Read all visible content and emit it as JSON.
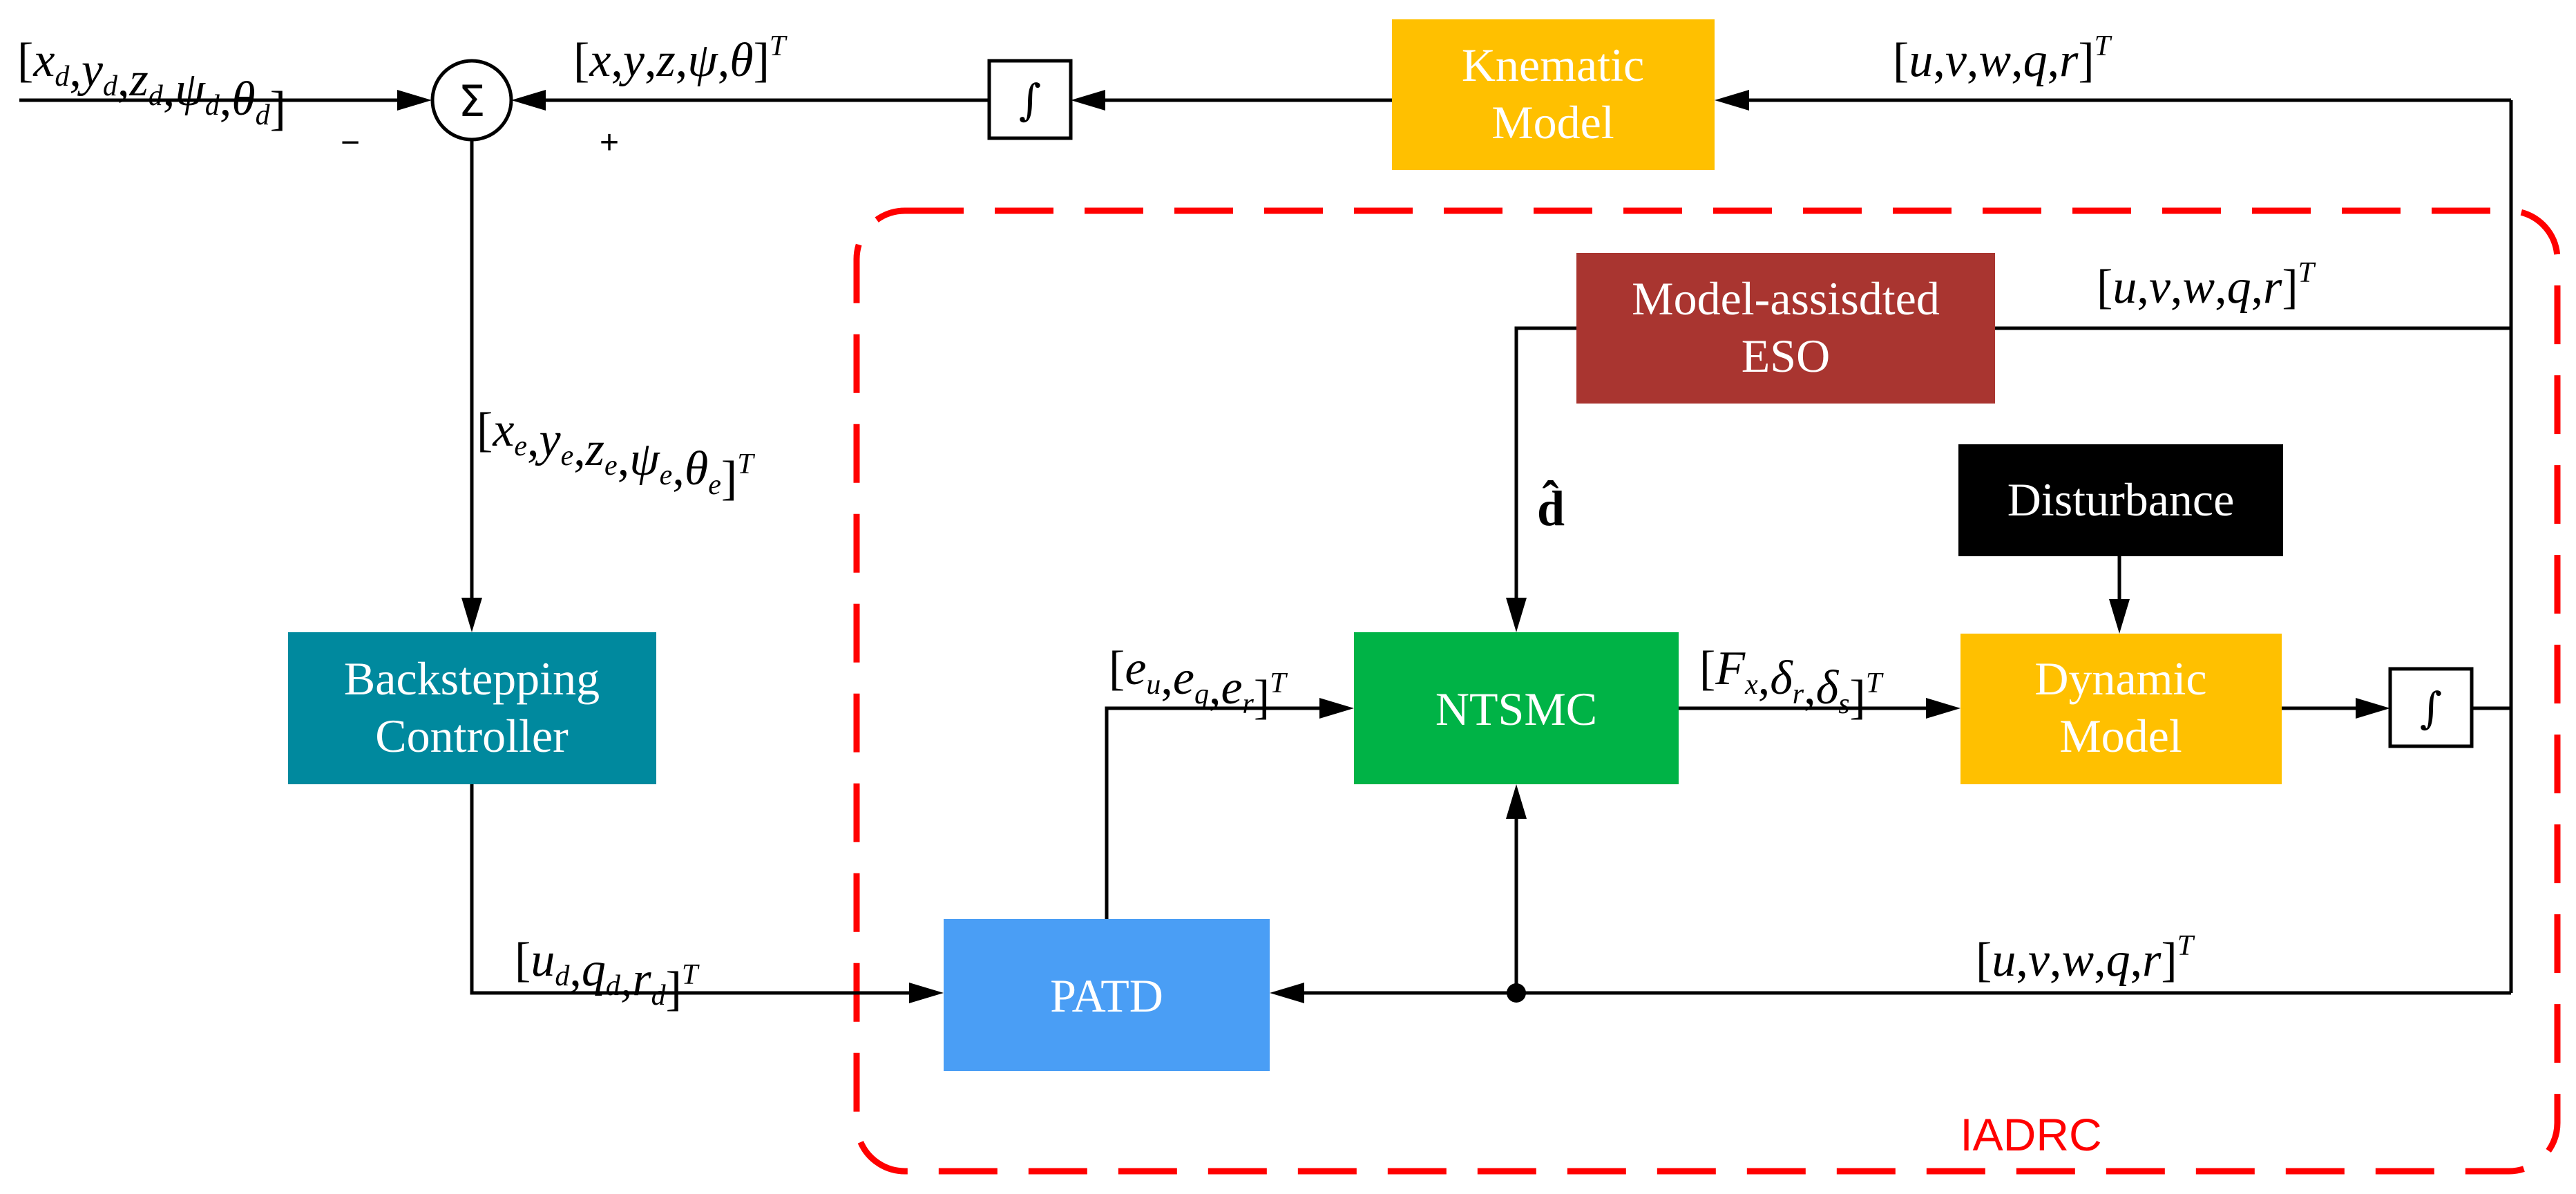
{
  "colors": {
    "kinematic": "#FFC000",
    "dynamic": "#FFC000",
    "eso": "#A93530",
    "backstepping": "#00899E",
    "ntsmc": "#00B346",
    "patd": "#4A9EF5",
    "disturbance": "#000000",
    "iadrc_border": "#FF0000"
  },
  "blocks": {
    "kinematic": {
      "line1": "Knematic",
      "line2": "Model"
    },
    "eso": {
      "line1": "Model-assisdted",
      "line2": "ESO"
    },
    "disturbance": {
      "label": "Disturbance"
    },
    "backstepping": {
      "line1": "Backstepping",
      "line2": "Controller"
    },
    "ntsmc": {
      "label": "NTSMC"
    },
    "dynamic": {
      "line1": "Dynamic",
      "line2": "Model"
    },
    "patd": {
      "label": "PATD"
    },
    "sum": {
      "label": "Σ"
    },
    "integrator_top": {
      "label": "∫"
    },
    "integrator_right": {
      "label": "∫"
    }
  },
  "signs": {
    "minus": "−",
    "plus": "+"
  },
  "region": {
    "label": "IADRC"
  },
  "estimate": {
    "label": "d̂"
  },
  "signals": {
    "desired": {
      "open": "[",
      "close": "]",
      "vars": [
        [
          "x",
          "d"
        ],
        [
          "y",
          "d"
        ],
        [
          "z",
          "d"
        ],
        [
          "ψ",
          "d"
        ],
        [
          "θ",
          "d"
        ]
      ]
    },
    "pose": {
      "open": "[",
      "close": "]",
      "vars": [
        [
          "x",
          ""
        ],
        [
          "y",
          ""
        ],
        [
          "z",
          ""
        ],
        [
          "ψ",
          ""
        ],
        [
          "θ",
          ""
        ]
      ],
      "sup": "T"
    },
    "velocity_top": {
      "open": "[",
      "close": "]",
      "vars": [
        [
          "u",
          ""
        ],
        [
          "v",
          ""
        ],
        [
          "w",
          ""
        ],
        [
          "q",
          ""
        ],
        [
          "r",
          ""
        ]
      ],
      "sup": "T"
    },
    "velocity_eso": {
      "open": "[",
      "close": "]",
      "vars": [
        [
          "u",
          ""
        ],
        [
          "v",
          ""
        ],
        [
          "w",
          ""
        ],
        [
          "q",
          ""
        ],
        [
          "r",
          ""
        ]
      ],
      "sup": "T"
    },
    "velocity_bottom": {
      "open": "[",
      "close": "]",
      "vars": [
        [
          "u",
          ""
        ],
        [
          "v",
          ""
        ],
        [
          "w",
          ""
        ],
        [
          "q",
          ""
        ],
        [
          "r",
          ""
        ]
      ],
      "sup": "T"
    },
    "error": {
      "open": "[",
      "close": "]",
      "vars": [
        [
          "x",
          "e"
        ],
        [
          "y",
          "e"
        ],
        [
          "z",
          "e"
        ],
        [
          "ψ",
          "e"
        ],
        [
          "θ",
          "e"
        ]
      ],
      "sup": "T"
    },
    "tracking_error": {
      "open": "[",
      "close": "]",
      "vars": [
        [
          "e",
          "u"
        ],
        [
          "e",
          "q"
        ],
        [
          "e",
          "r"
        ]
      ],
      "sup": "T"
    },
    "control": {
      "open": "[",
      "close": "]",
      "vars": [
        [
          "F",
          "x"
        ],
        [
          "δ",
          "r"
        ],
        [
          "δ",
          "s"
        ]
      ],
      "sup": "T"
    },
    "reference": {
      "open": "[",
      "close": "]",
      "vars": [
        [
          "u",
          "d"
        ],
        [
          "q",
          "d"
        ],
        [
          "r",
          "d"
        ]
      ],
      "sup": "T"
    }
  }
}
